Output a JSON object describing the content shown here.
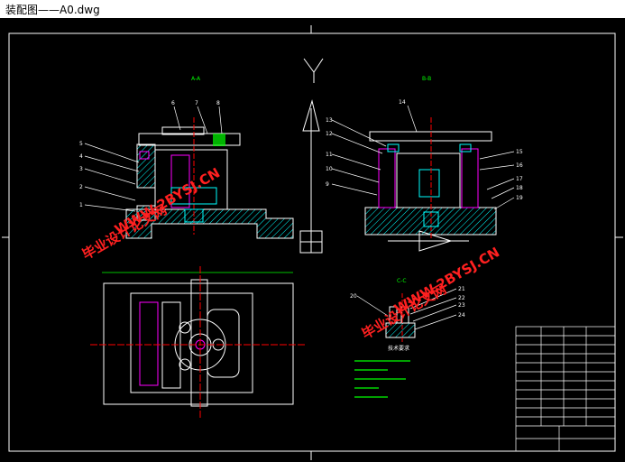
{
  "window": {
    "title": "装配图——A0.dwg"
  },
  "drawing": {
    "section_labels": {
      "aa": "A-A",
      "bb": "B-B",
      "cc": "C-C"
    },
    "notes_title": "技术要求",
    "watermark": {
      "text_cn": "毕业设计论文网",
      "url": "WWW.2BYSJ.CN"
    },
    "callouts_left": [
      "1",
      "2",
      "3",
      "4",
      "5",
      "6",
      "7",
      "8"
    ],
    "callouts_right": [
      "9",
      "10",
      "11",
      "12",
      "13",
      "14",
      "15",
      "16",
      "17",
      "18",
      "19"
    ],
    "callouts_cc": [
      "20",
      "21",
      "22",
      "23",
      "24"
    ]
  },
  "colors": {
    "background": "#000000",
    "frame": "#ffffff",
    "part": "#00ffff",
    "section": "#ff00ff",
    "centerline": "#ff0000",
    "dimension": "#00ff00",
    "hatch": "#00ffff",
    "watermark": "#ff0000"
  }
}
